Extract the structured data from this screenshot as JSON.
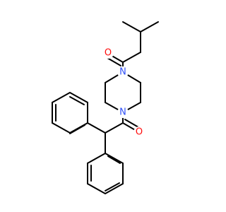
{
  "colors": {
    "bond": "#000000",
    "oxygen": "#ff0d0d",
    "nitrogen": "#3050f8",
    "background": "#ffffff"
  },
  "atoms": {
    "o_top": "O",
    "n_top": "N",
    "n_bottom": "N",
    "o_bottom": "O"
  }
}
